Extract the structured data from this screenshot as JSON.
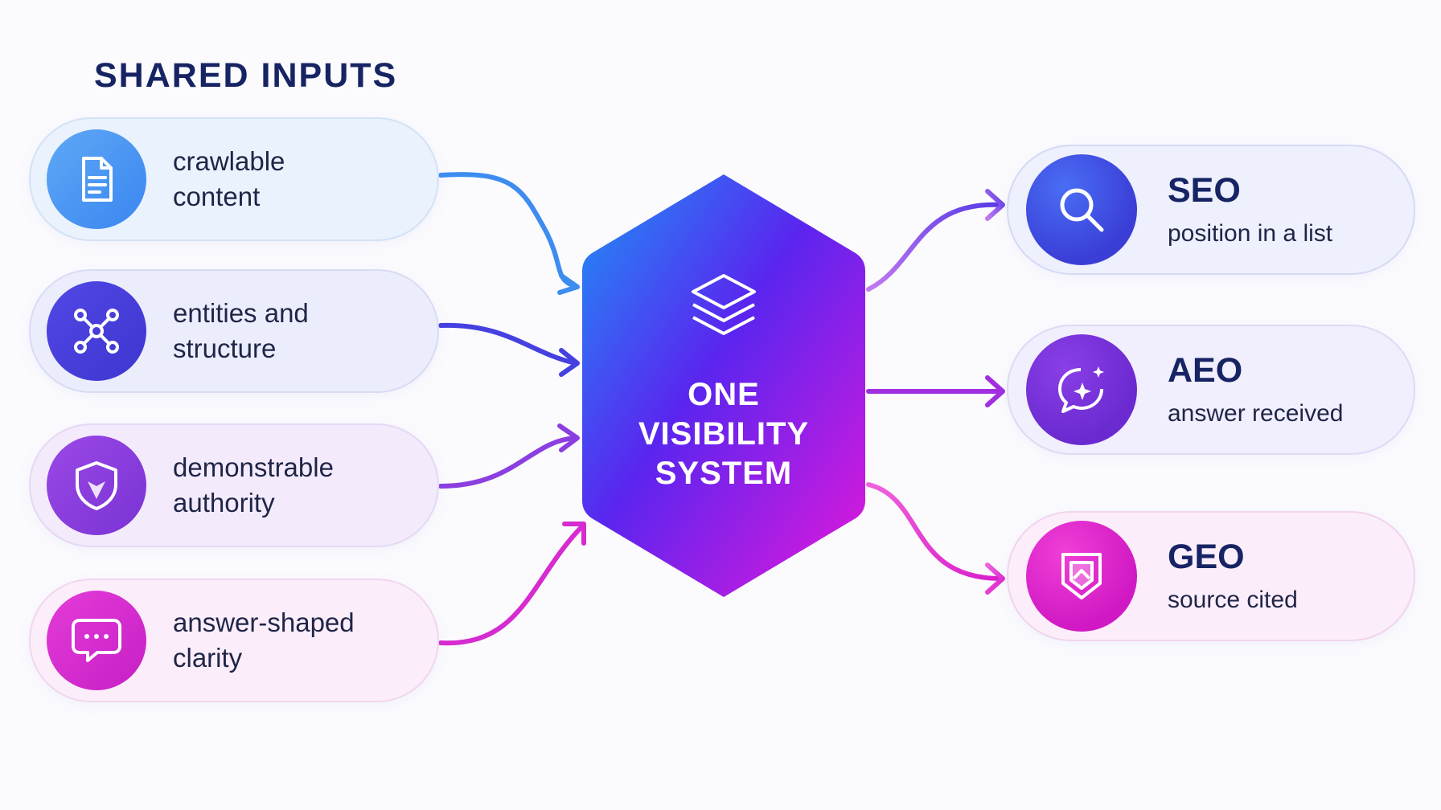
{
  "diagram": {
    "section_title": "SHARED INPUTS",
    "inputs": [
      {
        "label": "crawlable\ncontent",
        "icon": "document-icon",
        "color": "#3f8cf2"
      },
      {
        "label": "entities and\nstructure",
        "icon": "network-nodes-icon",
        "color": "#4a40e0"
      },
      {
        "label": "demonstrable\nauthority",
        "icon": "shield-icon",
        "color": "#8b3fe0"
      },
      {
        "label": "answer-shaped\nclarity",
        "icon": "chat-bubble-icon",
        "color": "#d62bd0"
      }
    ],
    "hub": {
      "label": "ONE\nVISIBILITY\nSYSTEM",
      "icon": "layers-icon",
      "gradient": [
        "#1d8df5",
        "#5a24f0",
        "#e01ad8"
      ]
    },
    "outputs": [
      {
        "title": "SEO",
        "subtitle": "position in a list",
        "icon": "search-icon",
        "color": "#4150e8"
      },
      {
        "title": "AEO",
        "subtitle": "answer received",
        "icon": "sparkle-chat-icon",
        "color": "#7a33dc"
      },
      {
        "title": "GEO",
        "subtitle": "source cited",
        "icon": "badge-icon",
        "color": "#e02ad2"
      }
    ]
  }
}
